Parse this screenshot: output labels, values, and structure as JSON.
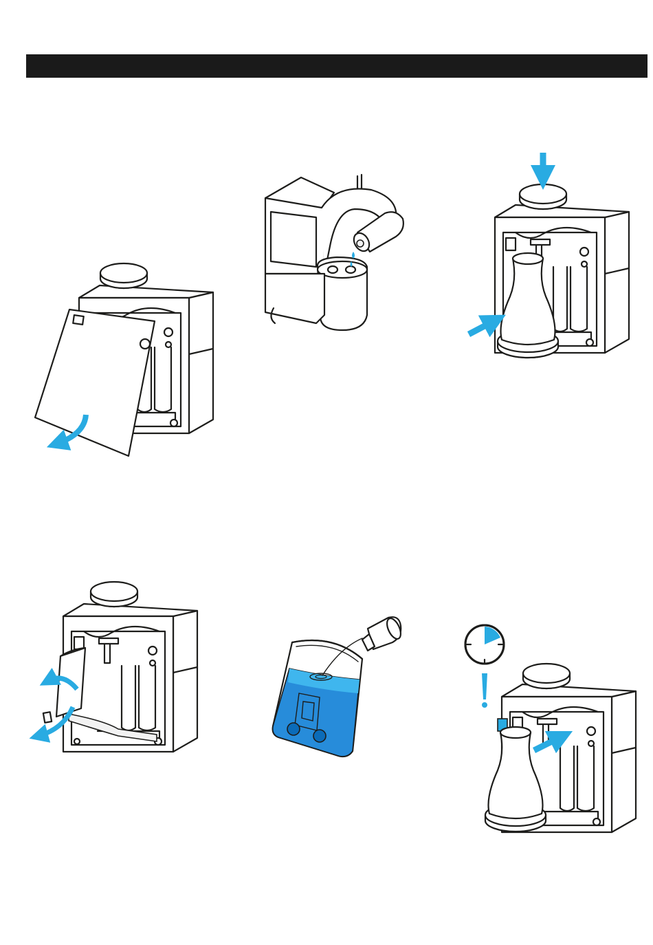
{
  "page": {
    "colors": {
      "header_bar": "#1a1a1a",
      "accent": "#29abe2",
      "line": "#1d1d1b",
      "background": "#ffffff"
    }
  },
  "figures": [
    {
      "id": "open-front-cover",
      "icons": [
        "machine-icon",
        "cover-open-arrow-icon"
      ]
    },
    {
      "id": "water-drip-nozzle",
      "icons": [
        "machine-icon",
        "water-drop-icon"
      ]
    },
    {
      "id": "place-carafe",
      "icons": [
        "machine-icon",
        "carafe-icon",
        "press-arrow-icon",
        "push-arrow-icon"
      ]
    },
    {
      "id": "remove-filter",
      "icons": [
        "machine-icon",
        "filter-icon",
        "rotate-arrow-icon"
      ]
    },
    {
      "id": "descaling-tank",
      "icons": [
        "water-tank-icon",
        "bottle-icon"
      ]
    },
    {
      "id": "press-button-wait",
      "icons": [
        "timer-icon",
        "warning-icon",
        "machine-icon",
        "carafe-icon",
        "push-arrow-icon"
      ]
    }
  ]
}
